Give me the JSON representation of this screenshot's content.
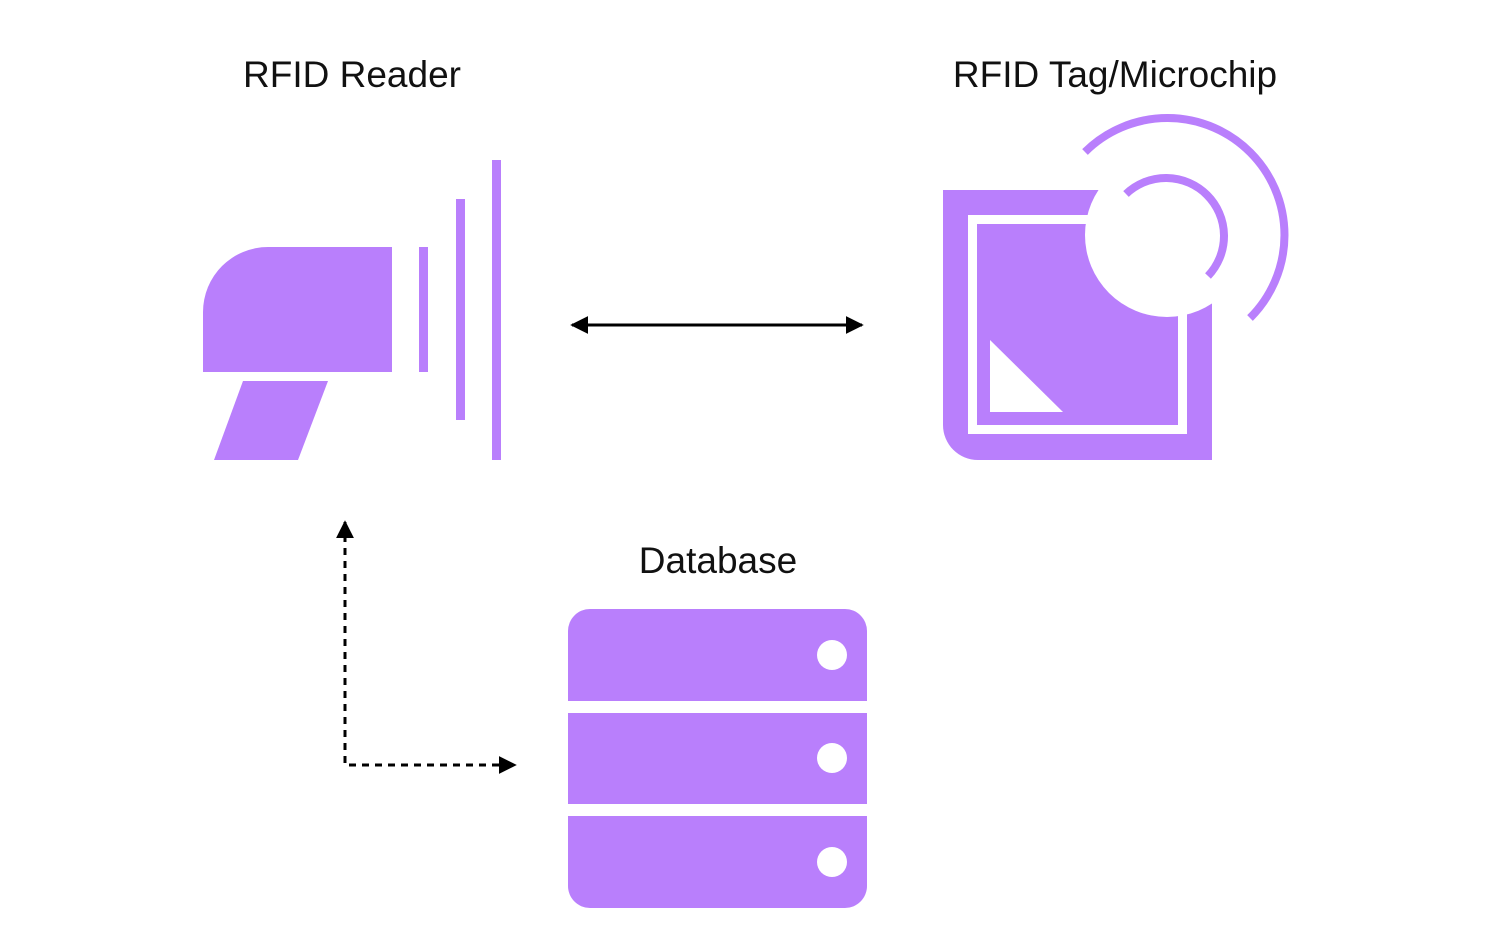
{
  "labels": {
    "reader": "RFID Reader",
    "tag": "RFID Tag/Microchip",
    "database": "Database"
  },
  "colors": {
    "accent": "#b97ffc",
    "connector": "#000000"
  },
  "icons": {
    "reader": "rfid-scanner-icon",
    "tag": "rfid-chip-icon",
    "database": "server-stack-icon"
  },
  "connections": [
    {
      "from": "RFID Reader",
      "to": "RFID Tag/Microchip",
      "style": "solid",
      "direction": "bidirectional"
    },
    {
      "from": "RFID Reader",
      "to": "Database",
      "style": "dashed",
      "direction": "bidirectional"
    }
  ]
}
